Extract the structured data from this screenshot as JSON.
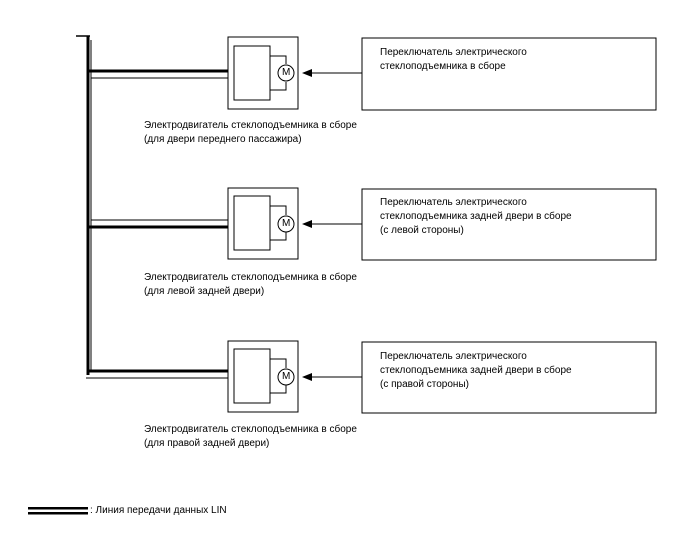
{
  "motor_symbol": "M",
  "assemblies": [
    {
      "motor_label": [
        "Электродвигатель стеклоподъемника в сборе",
        "(для двери переднего пассажира)"
      ],
      "switch_label": [
        "Переключатель электрического",
        "стеклоподъемника в сборе"
      ]
    },
    {
      "motor_label": [
        "Электродвигатель стеклоподъемника в сборе",
        "(для левой задней двери)"
      ],
      "switch_label": [
        "Переключатель электрического",
        "стеклоподъемника задней двери в сборе",
        "(с левой стороны)"
      ]
    },
    {
      "motor_label": [
        "Электродвигатель стеклоподъемника в сборе",
        "(для правой задней двери)"
      ],
      "switch_label": [
        "Переключатель электрического",
        "стеклоподъемника задней двери в сборе",
        "(с правой стороны)"
      ]
    }
  ],
  "legend": {
    "text": ": Линия передачи данных LIN"
  }
}
